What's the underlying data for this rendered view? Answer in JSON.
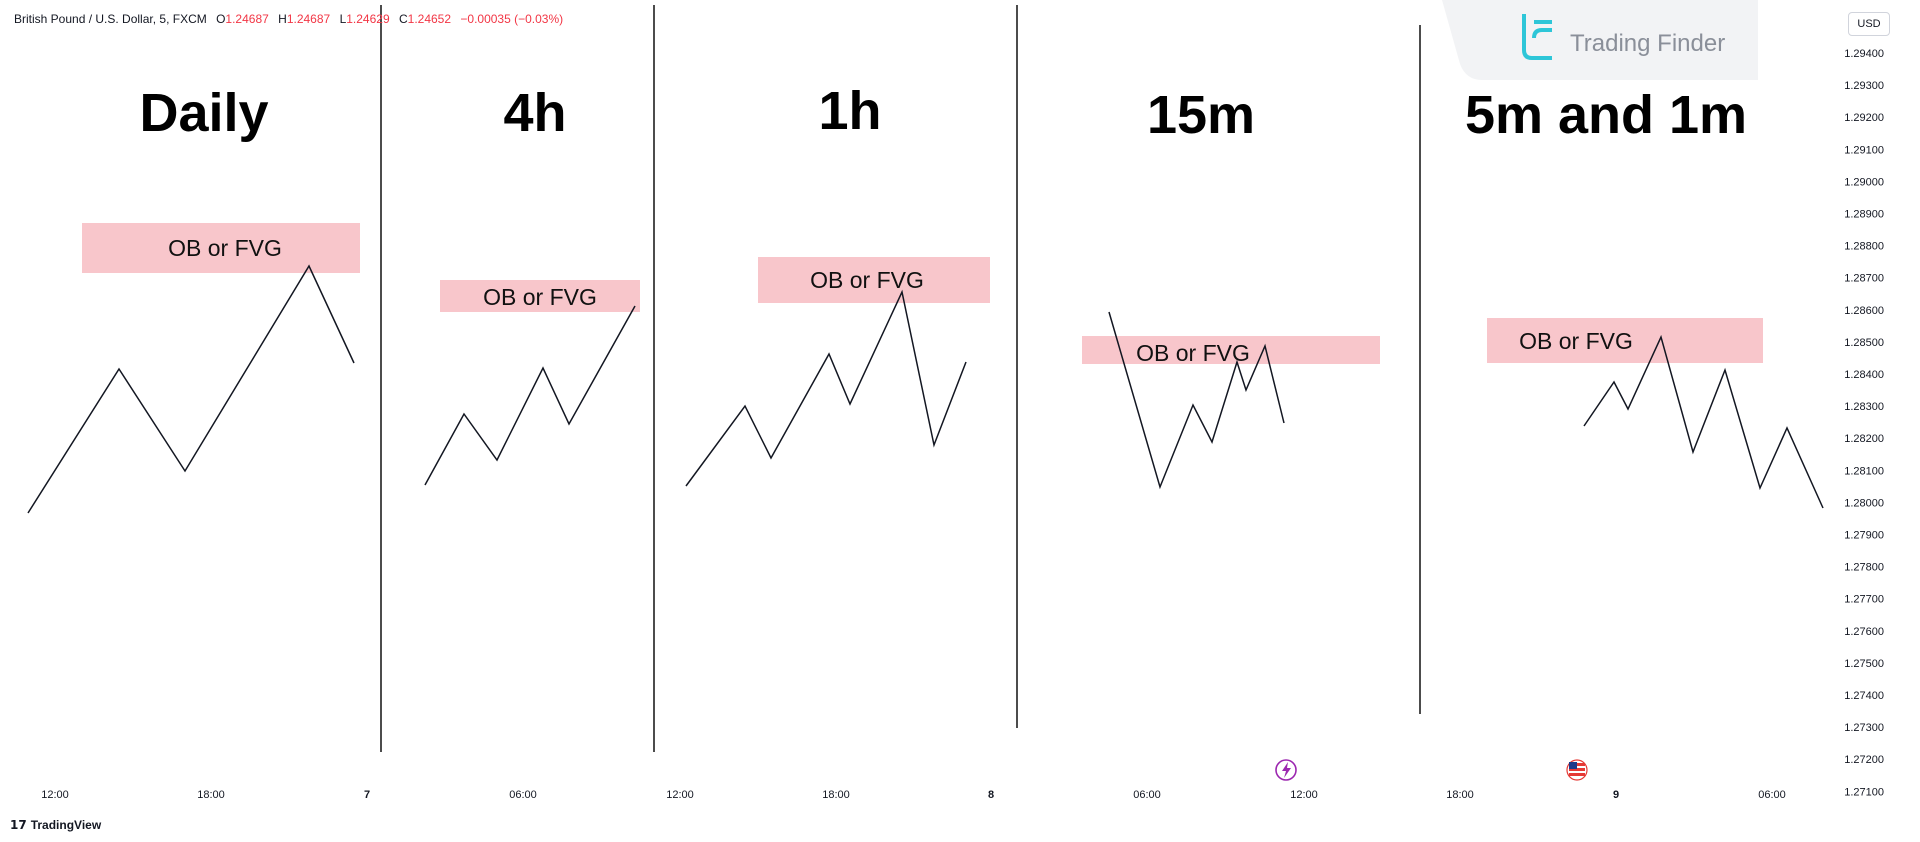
{
  "header": {
    "symbol": "British Pound / U.S. Dollar, 5, FXCM",
    "ohlc": [
      {
        "label": "O",
        "value": "1.24687"
      },
      {
        "label": "H",
        "value": "1.24687"
      },
      {
        "label": "L",
        "value": "1.24629"
      },
      {
        "label": "C",
        "value": "1.24652"
      }
    ],
    "change": "−0.00035 (−0.03%)"
  },
  "currency_button": "USD",
  "logo": {
    "text": "Trading Finder"
  },
  "branding": {
    "text": "TradingView"
  },
  "price_axis": [
    "1.29400",
    "1.29300",
    "1.29200",
    "1.29100",
    "1.29000",
    "1.28900",
    "1.28800",
    "1.28700",
    "1.28600",
    "1.28500",
    "1.28400",
    "1.28300",
    "1.28200",
    "1.28100",
    "1.28000",
    "1.27900",
    "1.27800",
    "1.27700",
    "1.27600",
    "1.27500",
    "1.27400",
    "1.27300",
    "1.27200",
    "1.27100"
  ],
  "time_axis": [
    "12:00",
    "18:00",
    "7",
    "06:00",
    "12:00",
    "18:00",
    "8",
    "06:00",
    "12:00",
    "18:00",
    "9",
    "06:00"
  ],
  "panels": [
    {
      "timeframe": "Daily",
      "zone_label": "OB or FVG"
    },
    {
      "timeframe": "4h",
      "zone_label": "OB or FVG"
    },
    {
      "timeframe": "1h",
      "zone_label": "OB or FVG"
    },
    {
      "timeframe": "15m",
      "zone_label": "OB or FVG"
    },
    {
      "timeframe": "5m and 1m",
      "zone_label": "OB or FVG"
    }
  ],
  "colors": {
    "zone_fill": "#f8c6cb",
    "down_value": "#f23645",
    "logo_accent": "#2ec6d8",
    "event_purple": "#9c27b0",
    "event_flag_red": "#e53935",
    "event_flag_blue": "#1e3a8a"
  },
  "icons": [
    "lightning-event-icon",
    "us-flag-event-icon",
    "trading-finder-logo-icon",
    "tradingview-logo-icon"
  ]
}
